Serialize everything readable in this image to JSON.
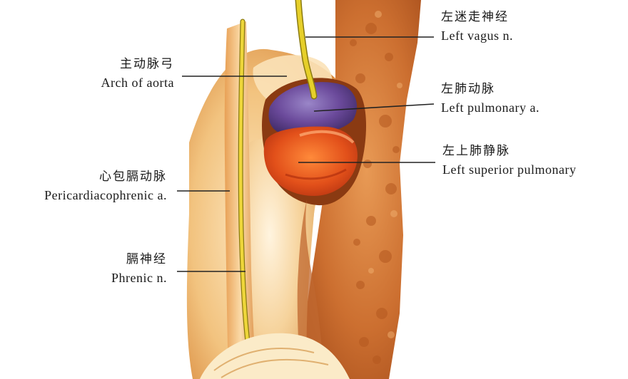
{
  "labels": {
    "left_vagus": {
      "zh": "左迷走神经",
      "en": "Left vagus n."
    },
    "arch_of_aorta": {
      "zh": "主动脉弓",
      "en": "Arch of aorta"
    },
    "left_pulmonary_artery": {
      "zh": "左肺动脉",
      "en": "Left pulmonary a."
    },
    "left_superior_pulmonary": {
      "zh": "左上肺静脉",
      "en": "Left superior pulmonary"
    },
    "pericardiacophrenic": {
      "zh": "心包膈动脉",
      "en": "Pericardiacophrenic a."
    },
    "phrenic": {
      "zh": "膈神经",
      "en": "Phrenic n."
    }
  },
  "colors": {
    "tissue_light": "#f6cf93",
    "tissue_mid": "#e8a255",
    "lung_orange": "#c8692e",
    "artery_purple": "#6b4a9b",
    "vein_orange": "#e2501a",
    "nerve_yellow": "#e6cf2a",
    "leader_line": "#222222"
  }
}
